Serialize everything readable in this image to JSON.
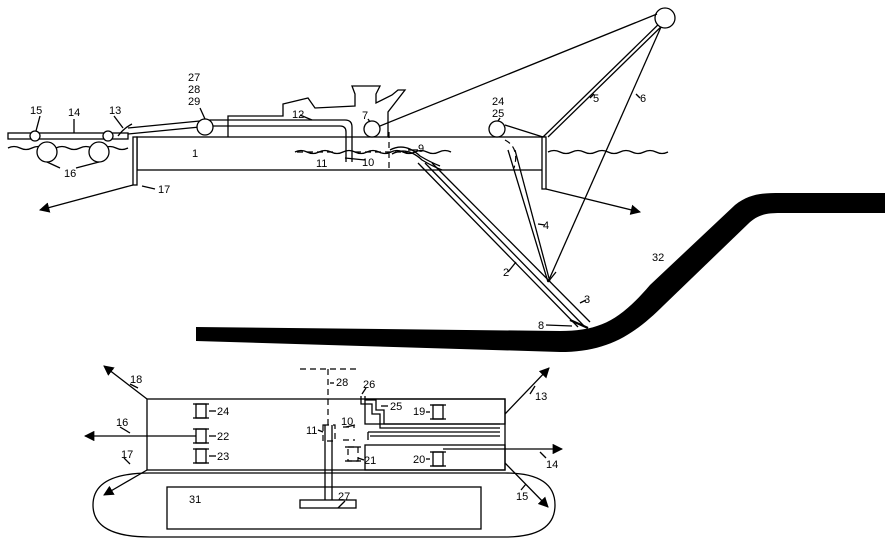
{
  "labels": {
    "n1": "1",
    "n2": "2",
    "n3": "3",
    "n4": "4",
    "n5": "5",
    "n6": "6",
    "n7": "7",
    "n8": "8",
    "n9": "9",
    "n10": "10",
    "n11": "11",
    "n12": "12",
    "n13": "13",
    "n14": "14",
    "n15": "15",
    "n16": "16",
    "n17": "17",
    "n24": "24",
    "n25": "25",
    "n27": "27",
    "n28": "28",
    "n29": "29",
    "n32": "32",
    "p10": "10",
    "p11": "11",
    "p13": "13",
    "p14": "14",
    "p15": "15",
    "p16": "16",
    "p17": "17",
    "p18": "18",
    "p19": "19",
    "p20": "20",
    "p21": "21",
    "p22": "22",
    "p23": "23",
    "p24": "24",
    "p25": "25",
    "p26": "26",
    "p27": "27",
    "p28": "28",
    "p31": "31"
  }
}
